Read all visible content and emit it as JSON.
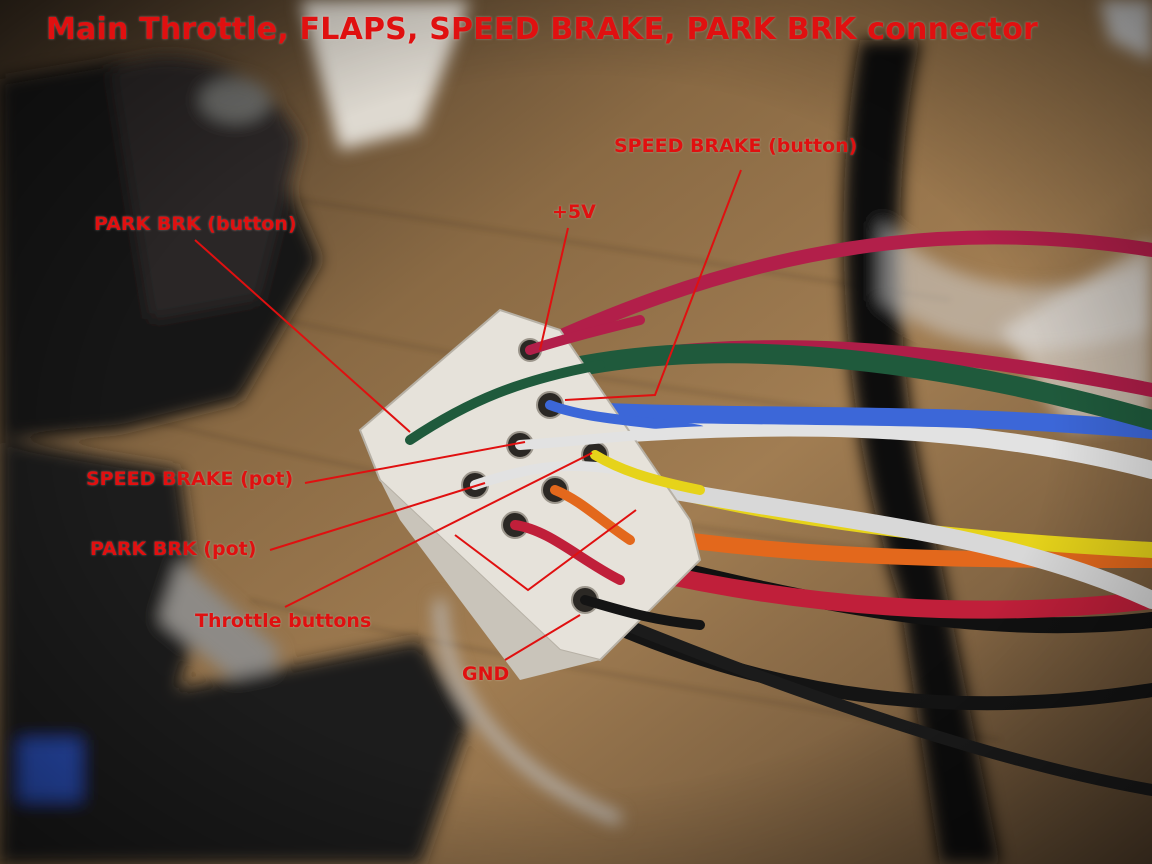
{
  "title": "Main Throttle, FLAPS, SPEED BRAKE, PARK BRK connector",
  "labels": {
    "speed_brake_button": "SPEED BRAKE (button)",
    "plus5v": "+5V",
    "park_brk_button": "PARK BRK (button)",
    "speed_brake_pot": "SPEED BRAKE (pot)",
    "park_brk_pot": "PARK BRK (pot)",
    "throttle_buttons": "Throttle buttons",
    "gnd": "GND"
  },
  "colors": {
    "annotation": "#e01010",
    "wood": "#8a6a44",
    "connector": "#e6e2da"
  }
}
